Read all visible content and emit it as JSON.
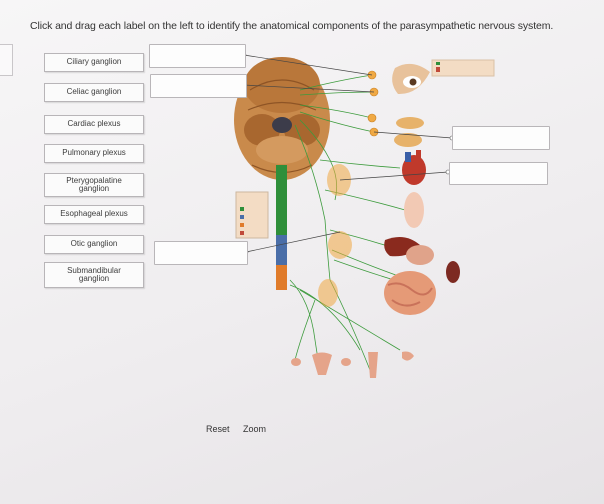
{
  "instruction": "Click and drag each label on the left to identify the anatomical components of the parasympathetic nervous system.",
  "labels": [
    {
      "text": "Ciliary ganglion"
    },
    {
      "text": "Celiac ganglion"
    },
    {
      "text": "Cardiac plexus"
    },
    {
      "text": "Pulmonary plexus"
    },
    {
      "text": "Pterygopalatine ganglion"
    },
    {
      "text": "Esophageal plexus"
    },
    {
      "text": "Otic ganglion"
    },
    {
      "text": "Submandibular ganglion"
    }
  ],
  "controls": {
    "reset": "Reset",
    "zoom": "Zoom"
  },
  "colors": {
    "nerve_line": "#3d9b3d",
    "spine_green": "#2f8f3a",
    "spine_blue": "#4a6ea8",
    "spine_orange": "#e07b2a",
    "brain": "#c98a4b",
    "ganglion": "#f0a944",
    "legend_panel": "#f3dcc4"
  }
}
